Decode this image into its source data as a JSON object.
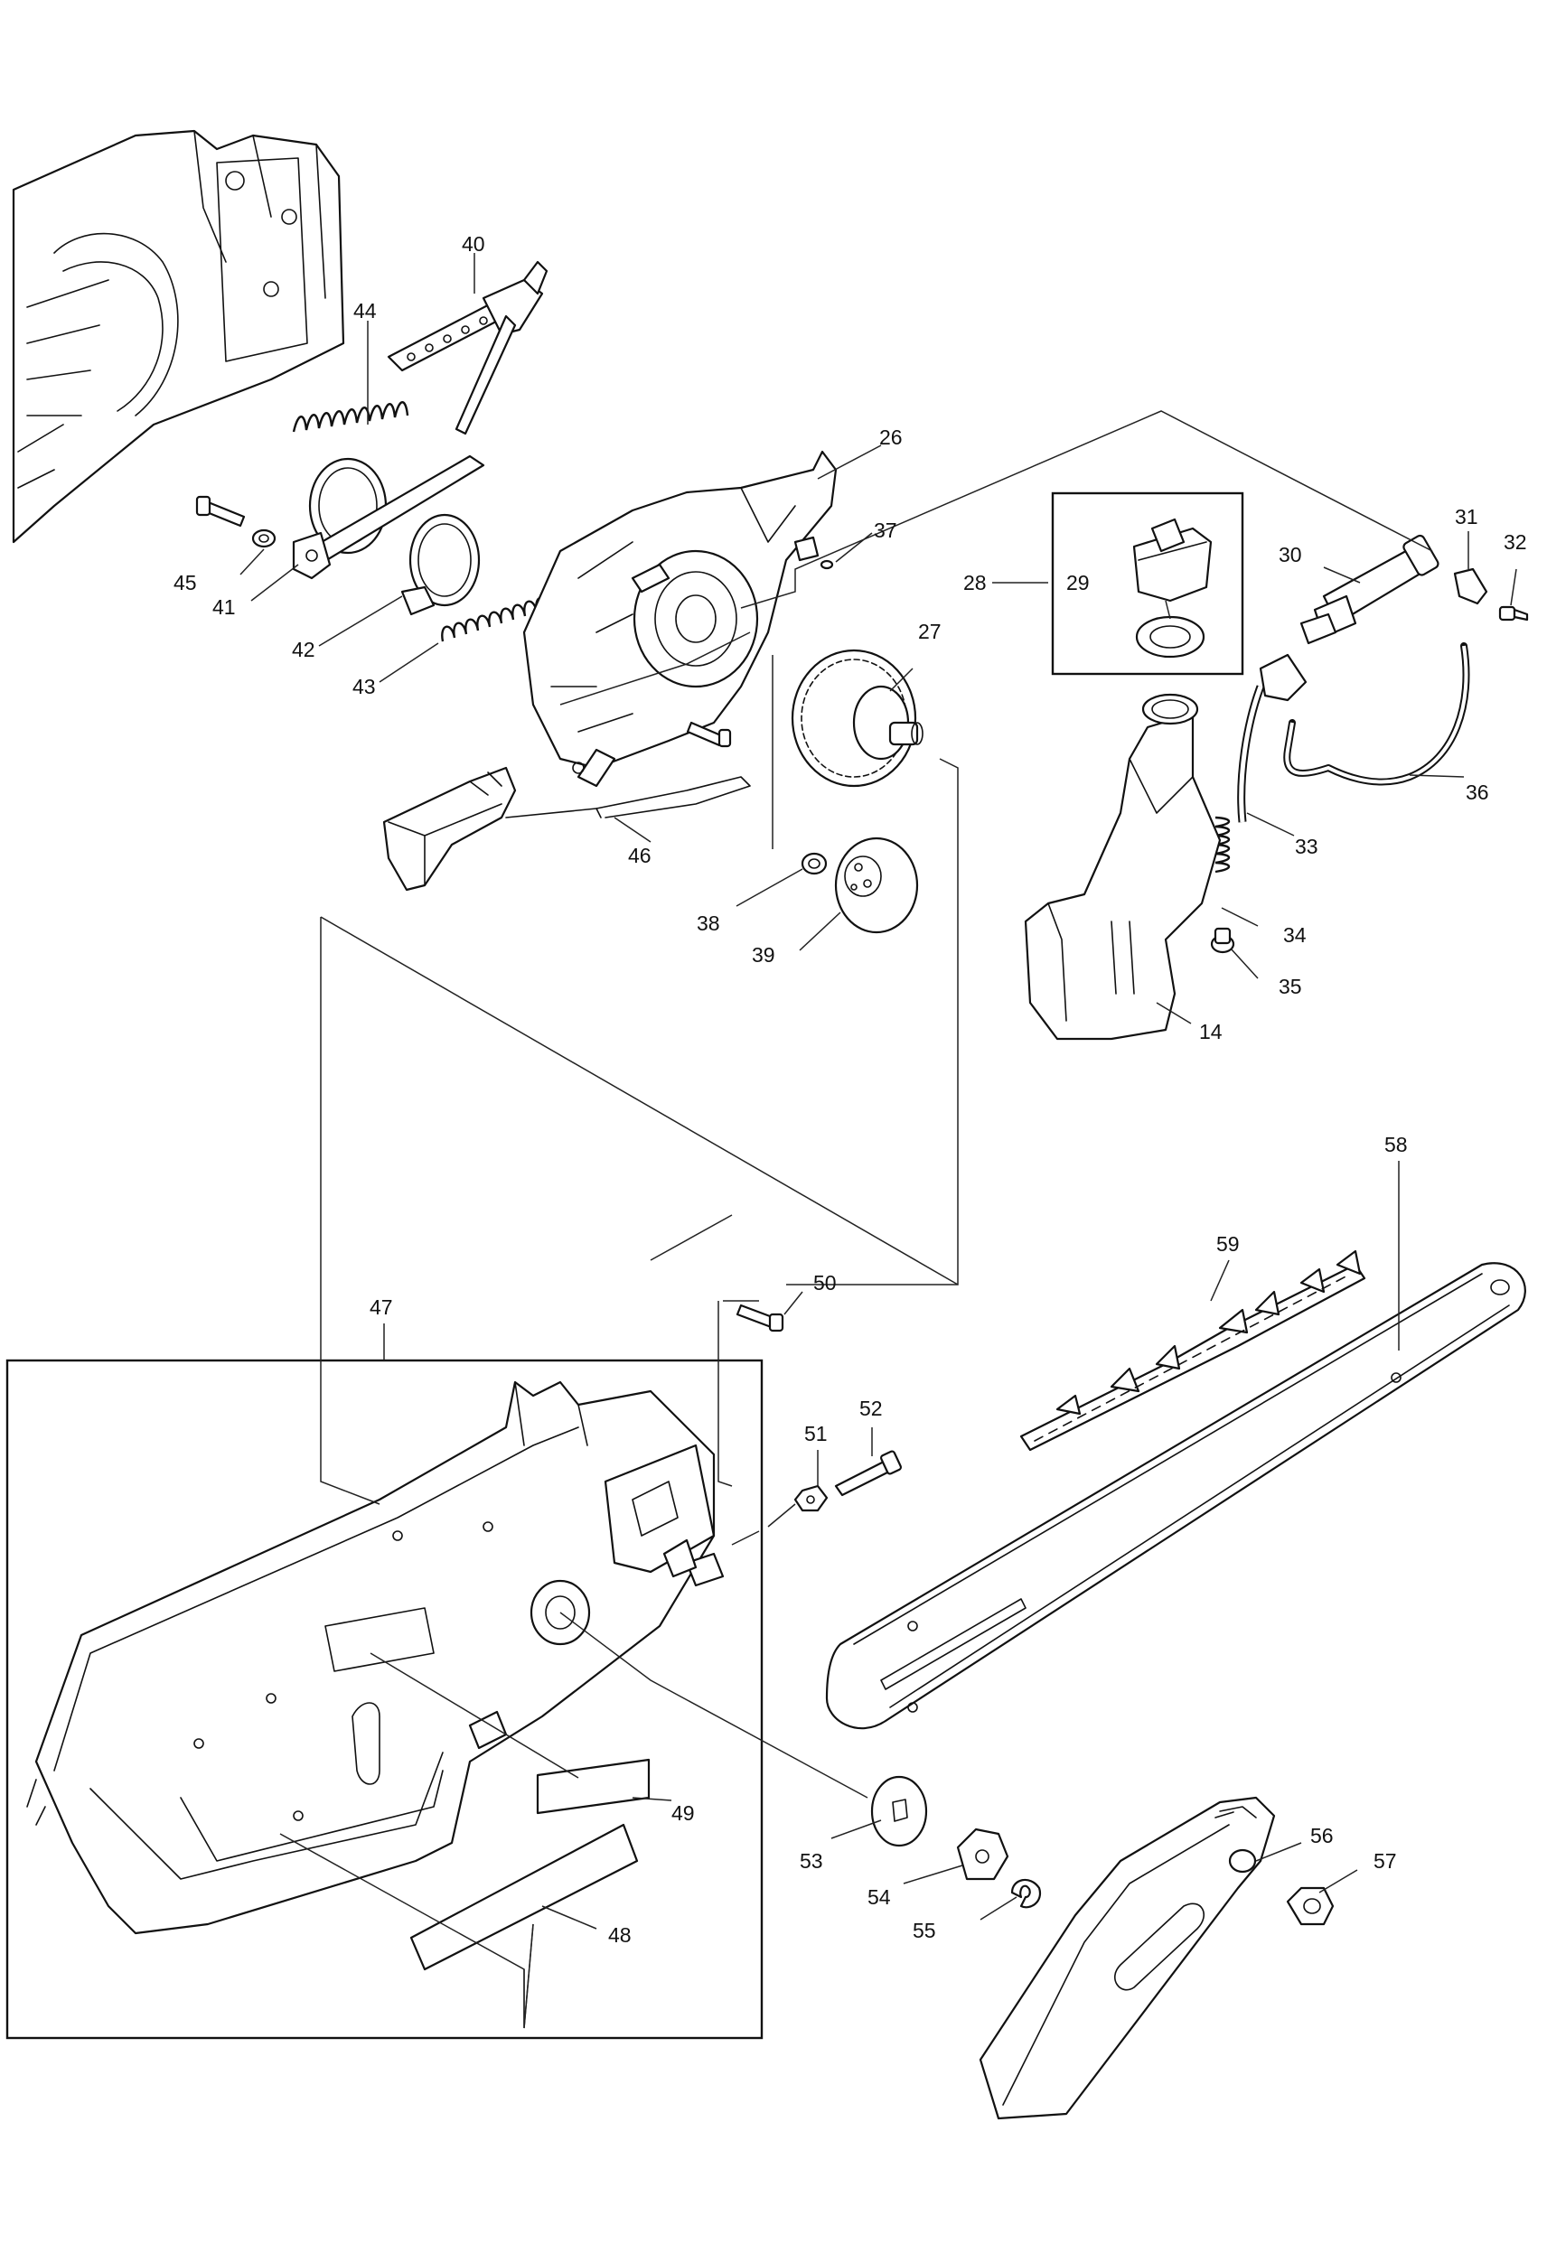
{
  "diagram": {
    "callouts": {
      "p14": "14",
      "p26": "26",
      "p27": "27",
      "p28": "28",
      "p29": "29",
      "p30": "30",
      "p31": "31",
      "p32": "32",
      "p33": "33",
      "p34": "34",
      "p35": "35",
      "p36": "36",
      "p37": "37",
      "p38": "38",
      "p39": "39",
      "p40": "40",
      "p41": "41",
      "p42": "42",
      "p43": "43",
      "p44": "44",
      "p45": "45",
      "p46": "46",
      "p47": "47",
      "p48": "48",
      "p49": "49",
      "p50": "50",
      "p51": "51",
      "p52": "52",
      "p53": "53",
      "p54": "54",
      "p55": "55",
      "p56": "56",
      "p57": "57",
      "p58": "58",
      "p59": "59"
    },
    "colors": {
      "line": "#111111",
      "background": "#ffffff"
    }
  }
}
